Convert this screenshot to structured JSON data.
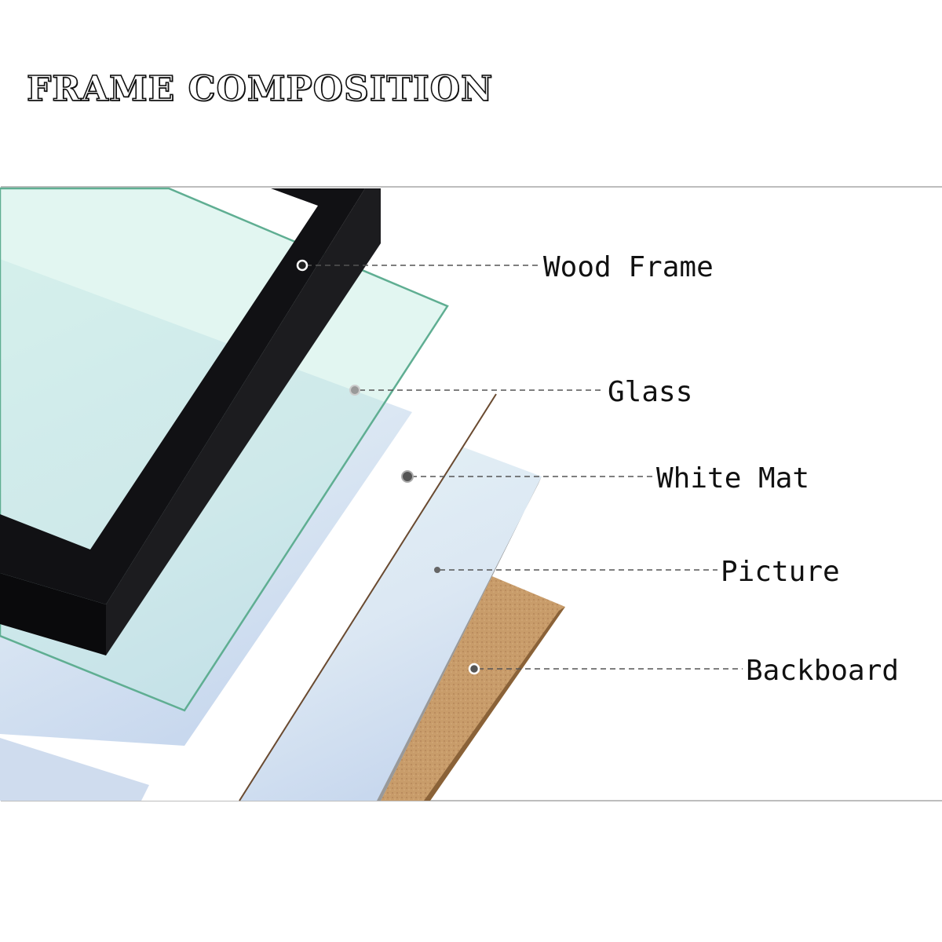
{
  "title": "FRAME COMPOSITION",
  "layers": [
    {
      "id": "wood-frame",
      "label": "Wood Frame"
    },
    {
      "id": "glass",
      "label": "Glass"
    },
    {
      "id": "white-mat",
      "label": "White Mat"
    },
    {
      "id": "picture",
      "label": "Picture"
    },
    {
      "id": "backboard",
      "label": "Backboard"
    }
  ],
  "colors": {
    "frame": "#111114",
    "glass_edge": "#5fae92",
    "backboard": "#c69a68",
    "border": "#bdbdbd"
  }
}
